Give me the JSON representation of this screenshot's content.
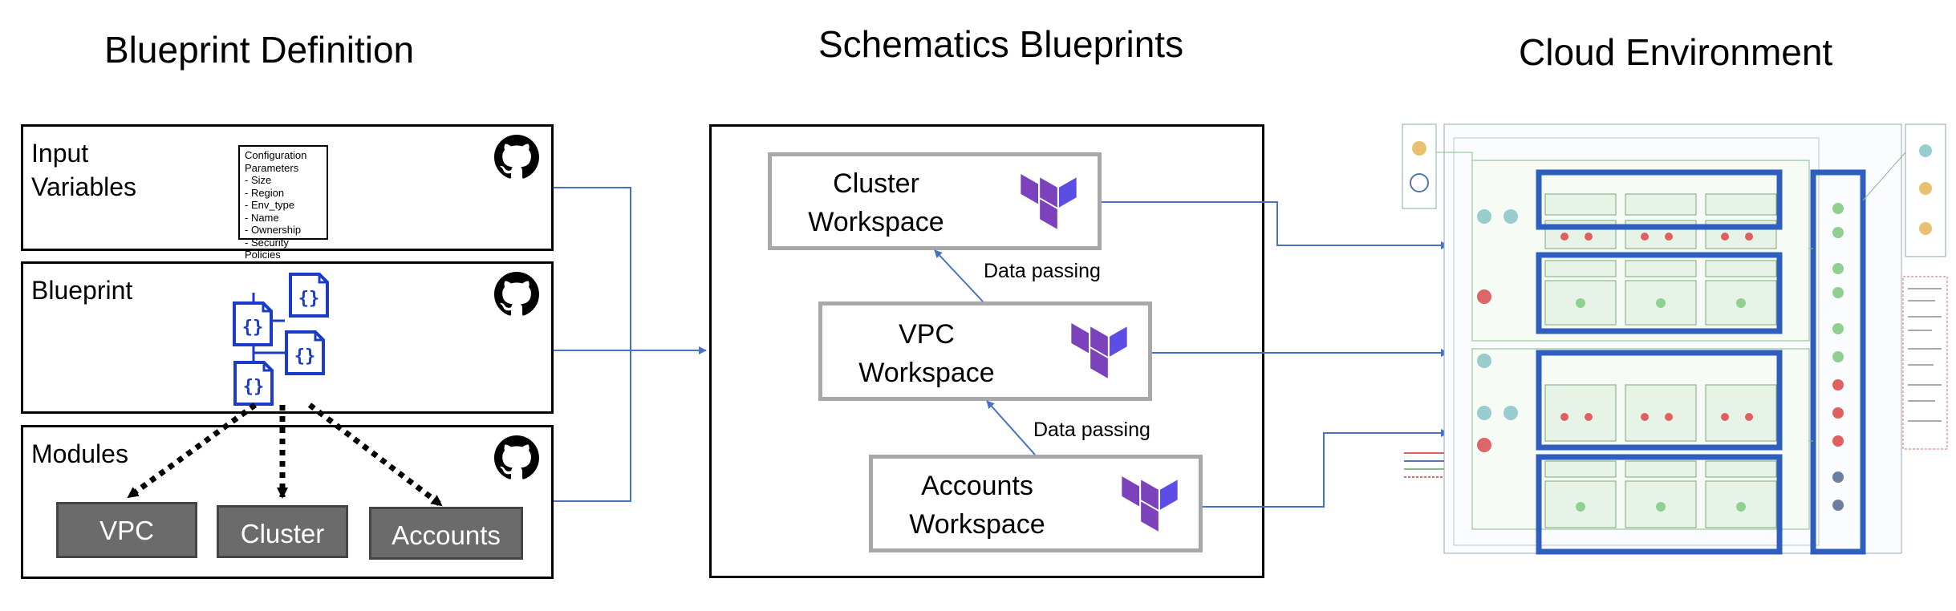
{
  "titles": {
    "left": "Blueprint Definition",
    "middle": "Schematics Blueprints",
    "right": "Cloud Environment"
  },
  "left_panel": {
    "input_variables": {
      "label_line1": "Input",
      "label_line2": "Variables",
      "config_lines": [
        "Configuration",
        "Parameters",
        "- Size",
        "- Region",
        "- Env_type",
        "- Name",
        "- Ownership",
        "- Security Policies"
      ]
    },
    "blueprint": {
      "label": "Blueprint"
    },
    "modules": {
      "label": "Modules",
      "items": [
        "VPC",
        "Cluster",
        "Accounts"
      ]
    }
  },
  "middle_panel": {
    "cluster_ws": {
      "line1": "Cluster",
      "line2": "Workspace"
    },
    "vpc_ws": {
      "line1": "VPC",
      "line2": "Workspace"
    },
    "accounts_ws": {
      "line1": "Accounts",
      "line2": "Workspace"
    },
    "data_passing_top": "Data passing",
    "data_passing_bottom": "Data passing"
  },
  "icons": {
    "repo": "github-icon",
    "workspace": "terraform-icon",
    "file": "json-file-icon"
  },
  "colors": {
    "connector": "#4472c4",
    "highlight": "#2e5fbf",
    "terraform": "#7b42bc",
    "json_blue": "#1a3cc8",
    "module_fill": "#6b6b6b"
  }
}
